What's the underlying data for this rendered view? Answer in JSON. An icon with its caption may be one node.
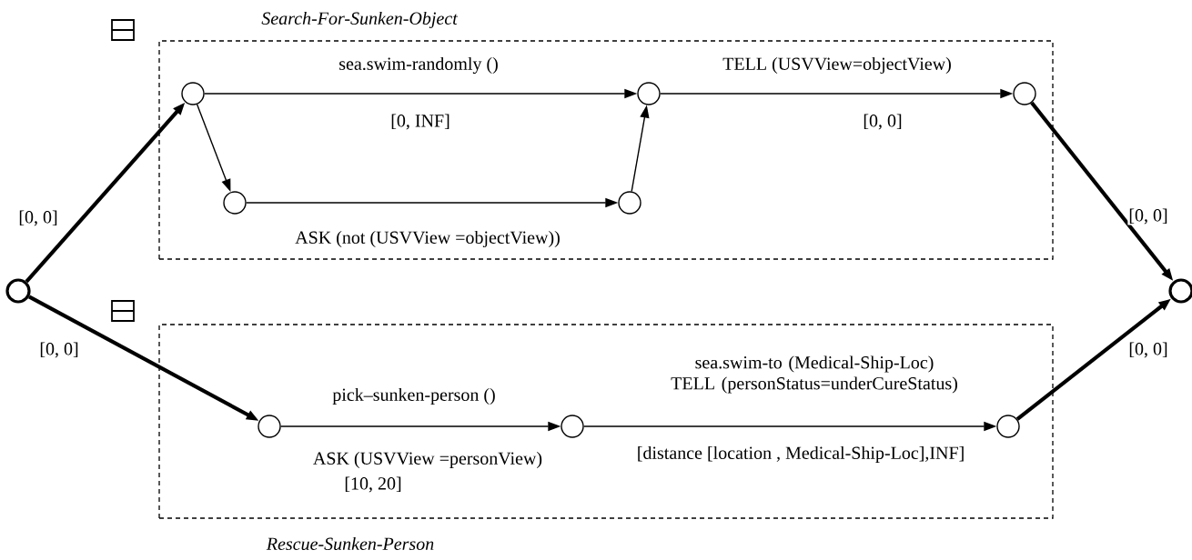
{
  "diagram": {
    "nodes": [
      {
        "text": [
          "Search-For-Sunken-Object"
        ]
      },
      {
        "text": [
          "Rescue-Sunken-Person"
        ]
      },
      {
        "text": [],
        "shape": "circle"
      },
      {
        "text": [],
        "shape": "circle",
        "in": 0
      },
      {
        "text": [],
        "shape": "circle",
        "in": 0
      },
      {
        "text": [],
        "shape": "circle",
        "in": 0
      },
      {
        "text": [],
        "shape": "circle",
        "in": 0
      },
      {
        "text": [],
        "shape": "circle",
        "in": 0
      },
      {
        "text": [],
        "shape": "circle"
      },
      {
        "text": [],
        "shape": "circle",
        "in": 1
      },
      {
        "text": [],
        "shape": "circle",
        "in": 1
      },
      {
        "text": [],
        "shape": "circle",
        "in": 1
      }
    ],
    "edges": [
      {
        "from": 2,
        "to": 3,
        "arrow": "to",
        "style": "thick",
        "label": "[0, 0]"
      },
      {
        "from": 3,
        "to": 4,
        "arrow": "to",
        "label": "sea.swim-randomly ()"
      },
      {
        "from": 3,
        "to": 6,
        "arrow": "to"
      },
      {
        "from": 6,
        "to": 7,
        "arrow": "to",
        "label": "ASK (not (USVView =objectView))"
      },
      {
        "from": 7,
        "to": 4,
        "arrow": "to"
      },
      {
        "from": 4,
        "to": 5,
        "arrow": "to",
        "label": "TELL (USVView=objectView)"
      },
      {
        "from": 5,
        "to": 8,
        "arrow": "to",
        "style": "thick",
        "label": "[0, 0]"
      },
      {
        "from": 2,
        "to": 9,
        "arrow": "to",
        "style": "thick",
        "label": "[0, 0]"
      },
      {
        "from": 9,
        "to": 10,
        "arrow": "to",
        "label": "pick–sunken-person ()"
      },
      {
        "from": 10,
        "to": 11,
        "arrow": "to",
        "label": "sea.swim-to (Medical-Ship-Loc) TELL (personStatus=underCureStatus)"
      },
      {
        "from": 11,
        "to": 8,
        "arrow": "to",
        "style": "thick",
        "label": "[0, 0]"
      }
    ],
    "labels": [
      "[0, INF]",
      "[0, 0]",
      "ASK (USVView =personView)",
      "[10, 20]",
      "[distance [location , Medical-Ship-Loc],INF]"
    ]
  }
}
